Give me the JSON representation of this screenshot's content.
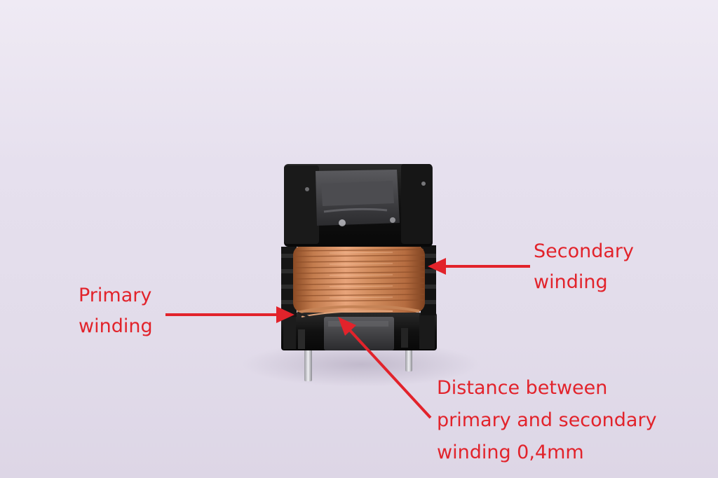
{
  "annotations": {
    "primary": {
      "lines": [
        "Primary",
        "winding"
      ]
    },
    "secondary": {
      "lines": [
        "Secondary",
        "winding"
      ]
    },
    "distance": {
      "lines": [
        "Distance between",
        "primary and secondary",
        "winding 0,4mm"
      ]
    }
  },
  "colors": {
    "annotation": "#e2232b",
    "background": "#e4deec",
    "bobbin": "#141414",
    "ferrite_core": "#3a3a3c",
    "copper_wire": "#c98556",
    "pins": "#c8c8cc"
  }
}
